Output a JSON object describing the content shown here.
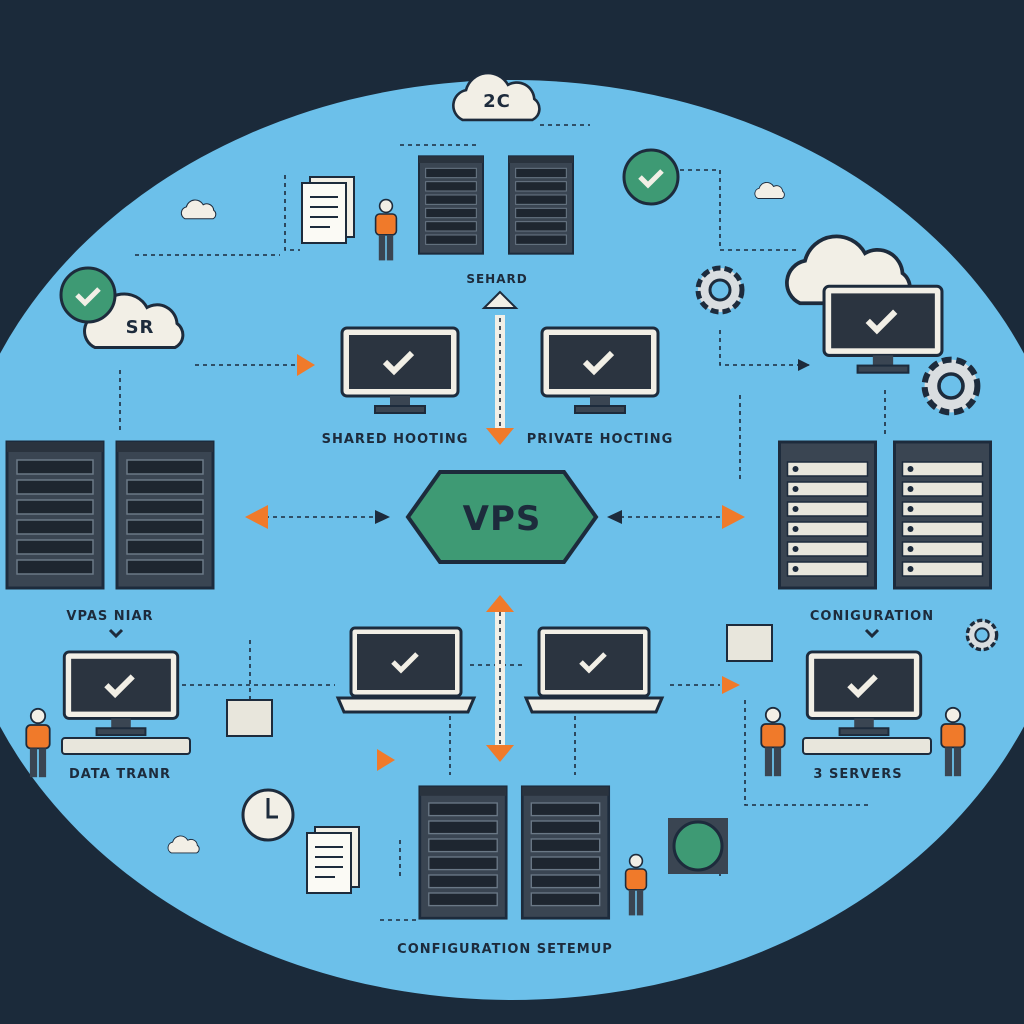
{
  "labels": {
    "cloud_top": "2C",
    "cloud_left": "SR",
    "top_server_label": "SEHARD",
    "shared_hosting": "SHARED HOOTING",
    "private_hosting": "PRIVATE HOCTING",
    "vps": "VPS",
    "left_label": "VPAS NIAR",
    "right_label": "CONIGURATION",
    "data_transfer": "DATA TRANR",
    "servers": "3 SERVERS",
    "bottom_label": "CONFIGURATION SETEMUP"
  },
  "colors": {
    "background": "#1b2a3a",
    "ellipse": "#6cc0ea",
    "accent_green": "#3e9a74",
    "accent_orange": "#f07a2a",
    "dark": "#2b3440"
  }
}
